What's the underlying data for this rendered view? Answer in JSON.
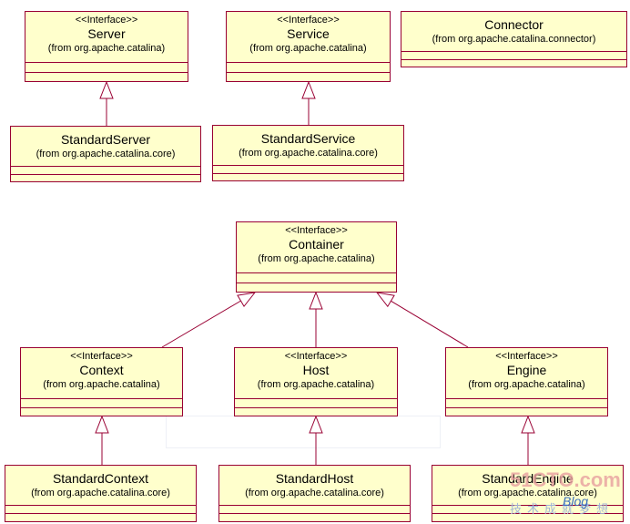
{
  "colors": {
    "box_fill": "#ffffcc",
    "box_border": "#990033",
    "line": "#990033"
  },
  "classes": [
    {
      "id": "server",
      "stereotype": "<<Interface>>",
      "name": "Server",
      "package": "(from org.apache.catalina)"
    },
    {
      "id": "service",
      "stereotype": "<<Interface>>",
      "name": "Service",
      "package": "(from org.apache.catalina)"
    },
    {
      "id": "connector",
      "stereotype": "",
      "name": "Connector",
      "package": "(from org.apache.catalina.connector)"
    },
    {
      "id": "standard-server",
      "stereotype": "",
      "name": "StandardServer",
      "package": "(from org.apache.catalina.core)"
    },
    {
      "id": "standard-service",
      "stereotype": "",
      "name": "StandardService",
      "package": "(from org.apache.catalina.core)"
    },
    {
      "id": "container",
      "stereotype": "<<Interface>>",
      "name": "Container",
      "package": "(from org.apache.catalina)"
    },
    {
      "id": "context",
      "stereotype": "<<Interface>>",
      "name": "Context",
      "package": "(from org.apache.catalina)"
    },
    {
      "id": "host",
      "stereotype": "<<Interface>>",
      "name": "Host",
      "package": "(from org.apache.catalina)"
    },
    {
      "id": "engine",
      "stereotype": "<<Interface>>",
      "name": "Engine",
      "package": "(from org.apache.catalina)"
    },
    {
      "id": "standard-context",
      "stereotype": "",
      "name": "StandardContext",
      "package": "(from org.apache.catalina.core)"
    },
    {
      "id": "standard-host",
      "stereotype": "",
      "name": "StandardHost",
      "package": "(from org.apache.catalina.core)"
    },
    {
      "id": "standard-engine",
      "stereotype": "",
      "name": "StandardEngine",
      "package": "(from org.apache.catalina.core)"
    }
  ],
  "relations": [
    {
      "from": "standard-server",
      "to": "server",
      "kind": "realization"
    },
    {
      "from": "standard-service",
      "to": "service",
      "kind": "realization"
    },
    {
      "from": "context",
      "to": "container",
      "kind": "generalization"
    },
    {
      "from": "host",
      "to": "container",
      "kind": "generalization"
    },
    {
      "from": "engine",
      "to": "container",
      "kind": "generalization"
    },
    {
      "from": "standard-context",
      "to": "context",
      "kind": "realization"
    },
    {
      "from": "standard-host",
      "to": "host",
      "kind": "realization"
    },
    {
      "from": "standard-engine",
      "to": "engine",
      "kind": "realization"
    }
  ],
  "watermark": {
    "site": "51CTO.com",
    "slogan": "技术成就梦想",
    "blog": "Blog"
  }
}
